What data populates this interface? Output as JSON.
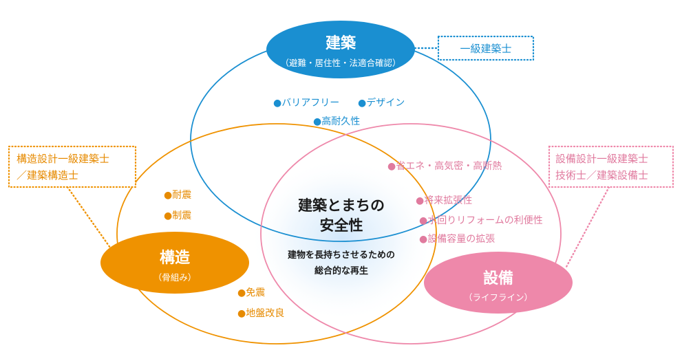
{
  "colors": {
    "architecture": "#1a8fd1",
    "structure": "#ef9200",
    "equipment": "#ee88aa",
    "pink_text": "#e07a9e",
    "orange_text": "#e68a00"
  },
  "center": {
    "title_line1": "建築とまちの",
    "title_line2": "安全性",
    "sub_line1": "建物を長持ちさせるための",
    "sub_line2": "総合的な再生"
  },
  "architecture": {
    "title": "建築",
    "subtitle": "（避難・居住性・法適合確認）",
    "license": "一級建築士",
    "points": [
      "●バリアフリー",
      "●デザイン",
      "●高耐久性"
    ]
  },
  "structure": {
    "title": "構造",
    "subtitle": "（骨組み）",
    "license_line1": "構造設計一級建築士",
    "license_line2": "／建築構造士",
    "points_upper": [
      "●耐震",
      "●制震"
    ],
    "points_lower": [
      "●免震",
      "●地盤改良"
    ]
  },
  "equipment": {
    "title": "設備",
    "subtitle": "（ライフライン）",
    "license_line1": "設備設計一級建築士",
    "license_line2": "技術士／建築設備士",
    "points": [
      "●省エネ・高気密・高断熱",
      "●将来拡張性",
      "●水回りリフォームの利便性",
      "●設備容量の拡張"
    ]
  }
}
